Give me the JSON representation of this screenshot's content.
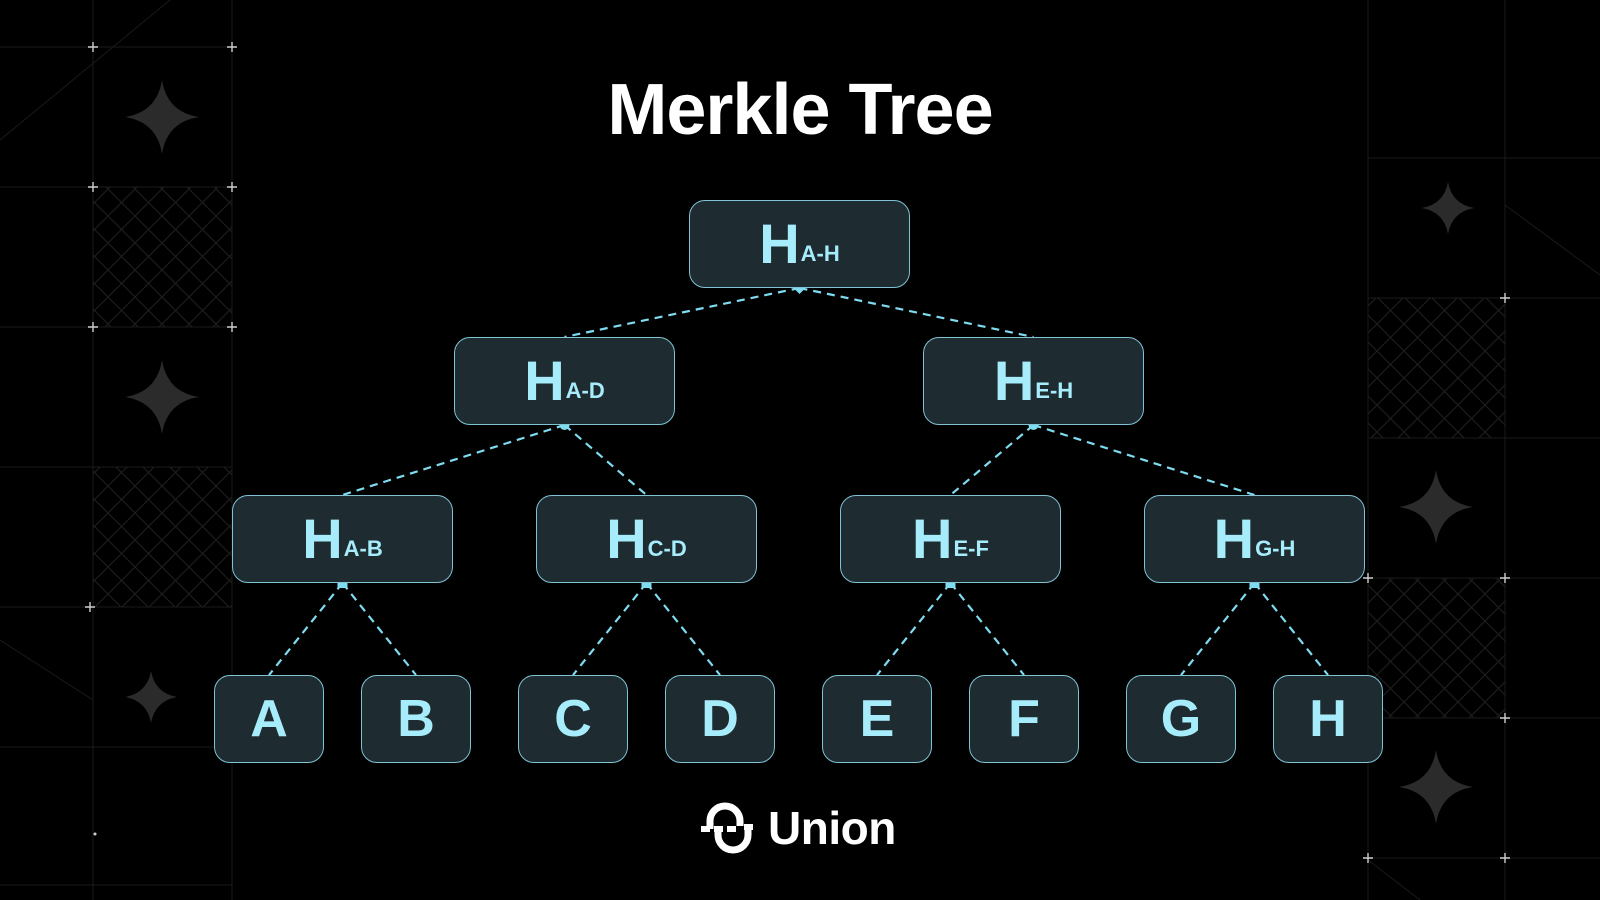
{
  "diagram": {
    "title": "Merkle Tree",
    "accent_color": "#a6ecfa",
    "node_fill": "#1e2b31",
    "edge_color": "#7fdcf0",
    "root": {
      "main": "H",
      "sub": "A-H"
    },
    "level1": [
      {
        "main": "H",
        "sub": "A-D"
      },
      {
        "main": "H",
        "sub": "E-H"
      }
    ],
    "level2": [
      {
        "main": "H",
        "sub": "A-B"
      },
      {
        "main": "H",
        "sub": "C-D"
      },
      {
        "main": "H",
        "sub": "E-F"
      },
      {
        "main": "H",
        "sub": "G-H"
      }
    ],
    "leaves": [
      "A",
      "B",
      "C",
      "D",
      "E",
      "F",
      "G",
      "H"
    ]
  },
  "brand": {
    "name": "Union",
    "icon": "union-logo-icon"
  }
}
